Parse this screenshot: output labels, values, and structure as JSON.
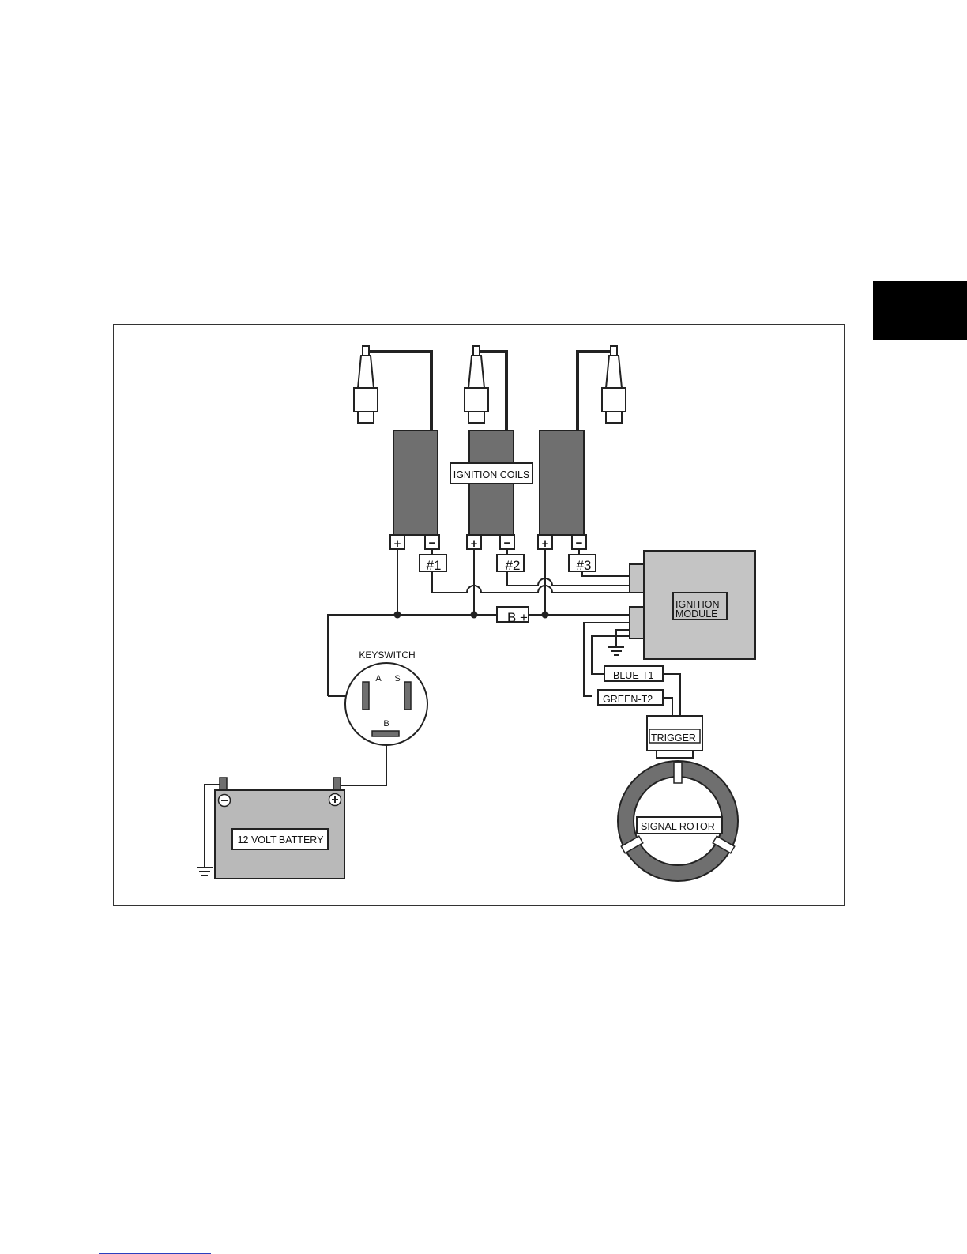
{
  "colors": {
    "coil": "#6f6f6f",
    "module": "#c4c4c4",
    "battery": "#b9b9b9",
    "rotor": "#6f6f6f",
    "wire": "#222222",
    "page_tab": "#000000"
  },
  "labels": {
    "ignition_coils": "IGNITION COILS",
    "coil_1": "#1",
    "coil_2": "#2",
    "coil_3": "#3",
    "b_plus": "B +",
    "module_line1": "IGNITION",
    "module_line2": "MODULE",
    "keyswitch": "KEYSWITCH",
    "keyswitch_a": "A",
    "keyswitch_s": "S",
    "keyswitch_b": "B",
    "blue_t1": "BLUE-T1",
    "green_t2": "GREEN-T2",
    "trigger": "TRIGGER",
    "signal_rotor": "SIGNAL ROTOR",
    "battery": "12 VOLT BATTERY"
  },
  "symbols": {
    "plus": "+",
    "minus": "−"
  }
}
